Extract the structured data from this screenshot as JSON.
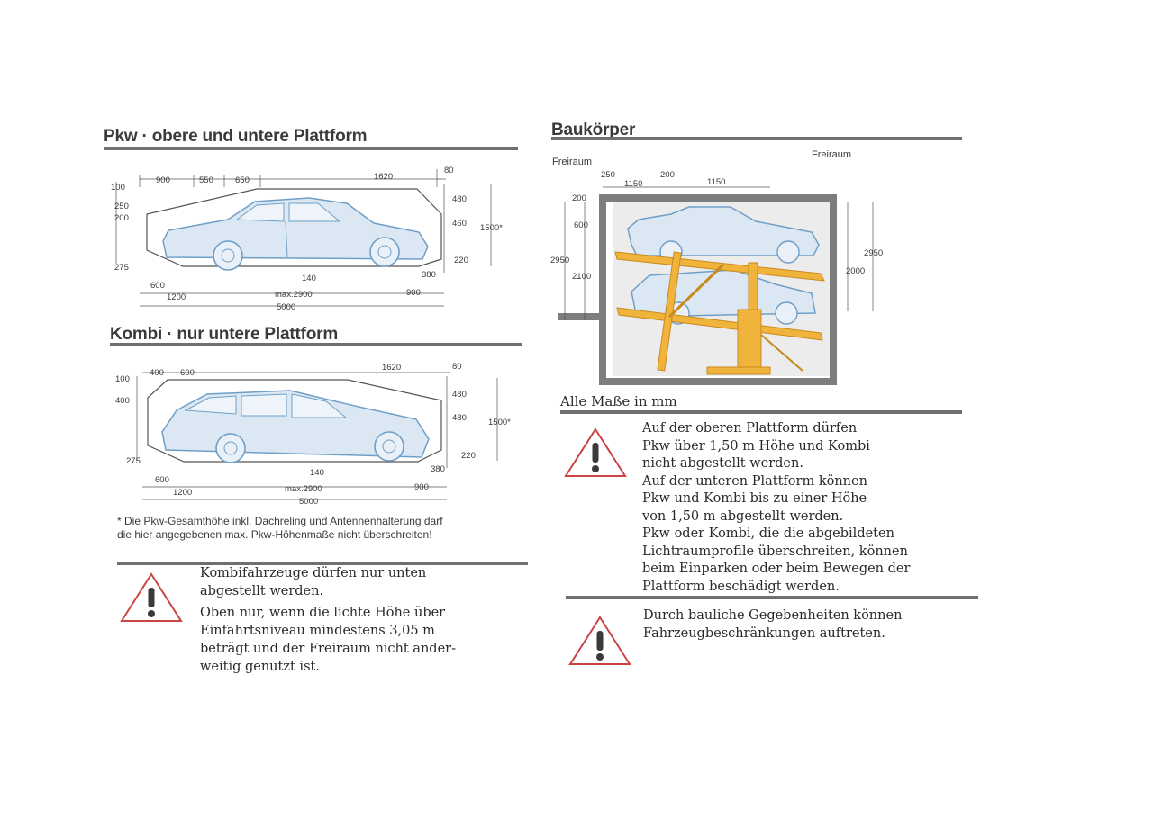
{
  "sections": {
    "pkw": {
      "title": "Pkw · obere und untere Plattform",
      "dims": {
        "top": [
          "900",
          "550",
          "650",
          "1620",
          "80"
        ],
        "left": [
          "100",
          "250",
          "200",
          "275"
        ],
        "right": [
          "480",
          "460",
          "1500*",
          "220",
          "380"
        ],
        "mid": "140",
        "bottom": [
          "600",
          "1200",
          "max.2900",
          "900",
          "5000"
        ]
      }
    },
    "kombi": {
      "title": "Kombi · nur untere Plattform",
      "dims": {
        "top": [
          "400",
          "600",
          "1620",
          "80"
        ],
        "left": [
          "100",
          "400",
          "275"
        ],
        "right": [
          "480",
          "480",
          "1500*",
          "220",
          "380"
        ],
        "mid": "140",
        "bottom": [
          "600",
          "1200",
          "max.2900",
          "900",
          "5000"
        ]
      }
    },
    "baukoerper": {
      "title": "Baukörper",
      "labels": {
        "freiraum_left": "Freiraum",
        "freiraum_right": "Freiraum",
        "top": [
          "250",
          "200",
          "1150",
          "1150"
        ],
        "left": [
          "200",
          "600",
          "2950",
          "2100"
        ],
        "right": [
          "2950",
          "2000"
        ]
      },
      "caption": "Alle Maße in mm"
    }
  },
  "footnote": [
    "* Die Pkw-Gesamthöhe inkl. Dachreling und Antennenhalterung darf",
    "die hier angegebenen max. Pkw-Höhenmaße nicht überschreiten!"
  ],
  "warnings": {
    "kombi": [
      "Kombifahrzeuge dürfen nur unten",
      "abgestellt werden.",
      "Oben nur, wenn die lichte Höhe über",
      "Einfahrtsniveau mindestens 3,05 m",
      "beträgt und der Freiraum nicht ander-",
      "weitig genutzt ist."
    ],
    "platform": [
      "Auf der oberen Plattform dürfen",
      "Pkw über 1,50 m Höhe und Kombi",
      "nicht abgestellt werden.",
      "Auf der unteren Plattform können",
      "Pkw und Kombi bis zu einer Höhe",
      "von 1,50 m abgestellt werden.",
      "Pkw oder Kombi, die die abgebildeten",
      "Lichtraumprofile überschreiten, können",
      "beim Einparken oder beim Bewegen der",
      "Plattform beschädigt werden."
    ],
    "building": [
      "Durch bauliche Gegebenheiten können",
      "Fahrzeugbeschränkungen auftreten."
    ]
  },
  "colors": {
    "heading_rule": "#6f6f6f",
    "car_fill": "#dbe7f2",
    "car_line": "#6f9fc8",
    "platform": "#f0b33c",
    "warning_red": "#c94545",
    "wall": "#7d7d7d",
    "pit_fill": "#ececec"
  },
  "icons": [
    "warning-triangle-icon"
  ]
}
